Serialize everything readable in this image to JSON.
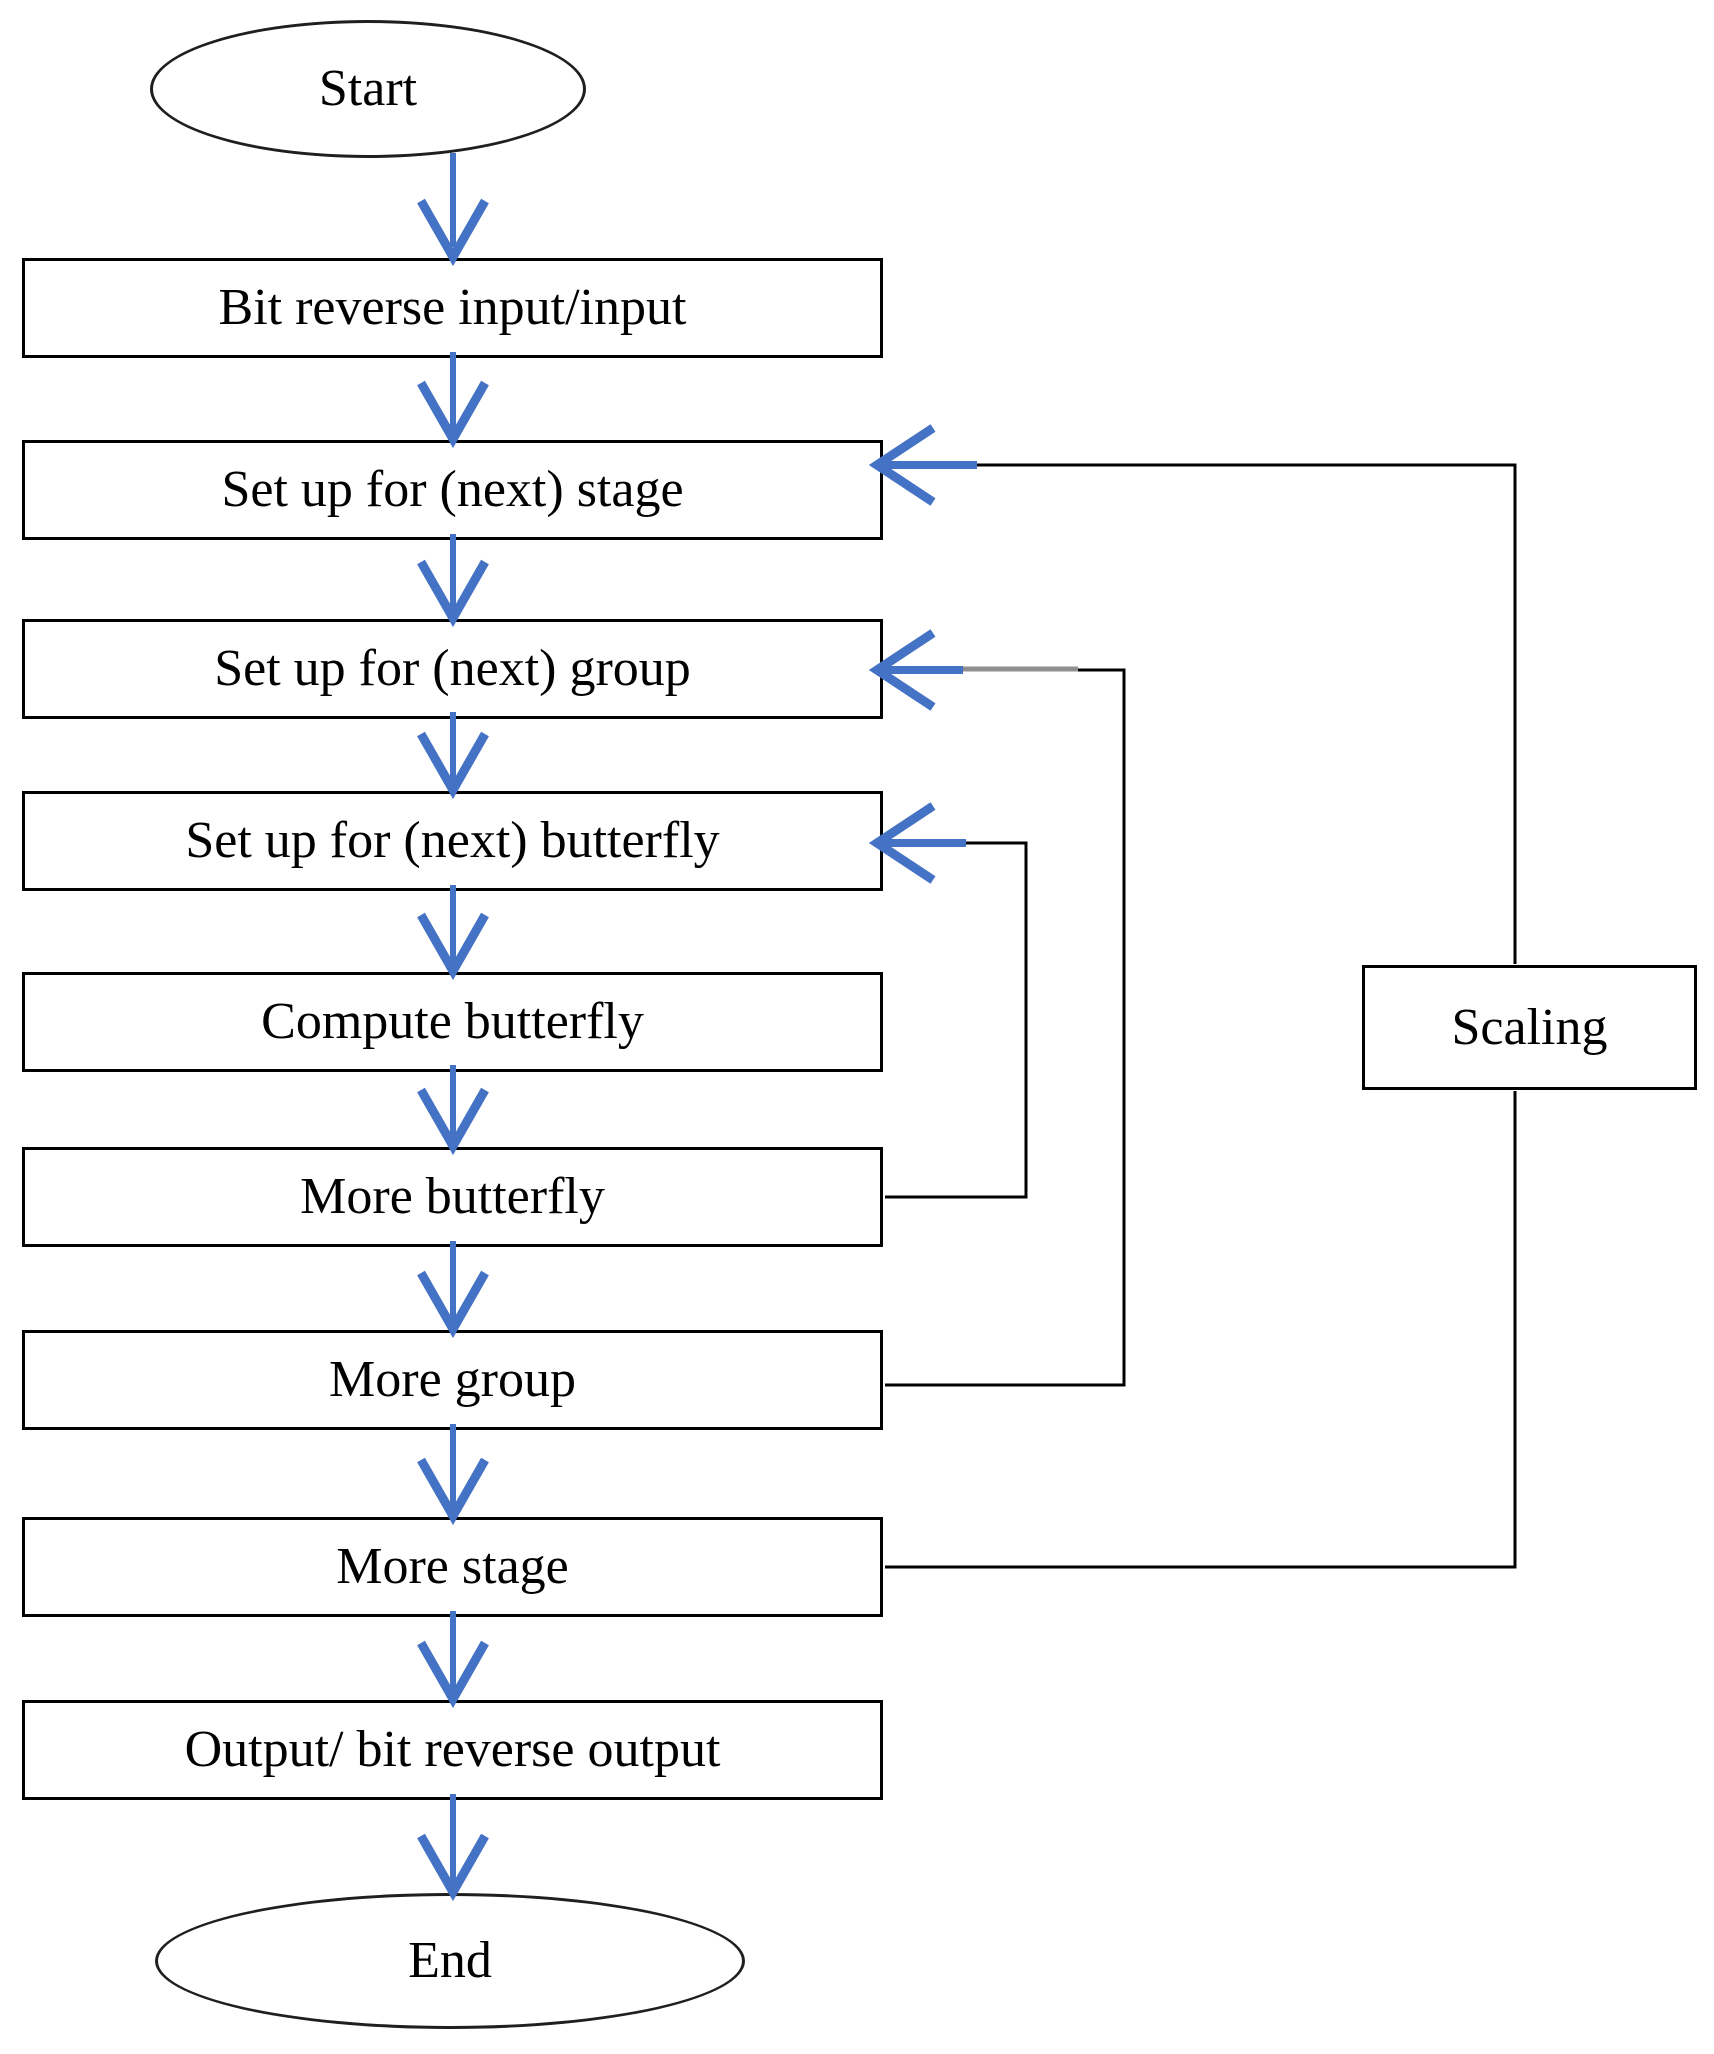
{
  "diagram": {
    "type": "flowchart",
    "colors": {
      "arrow_blue": "#4472C4",
      "line_black": "#000000",
      "node_border": "#000000",
      "background": "#ffffff"
    },
    "nodes": {
      "start": {
        "label": "Start",
        "shape": "ellipse"
      },
      "bit_reverse_input": {
        "label": "Bit reverse input/input",
        "shape": "rectangle"
      },
      "setup_stage": {
        "label": "Set up for (next) stage",
        "shape": "rectangle"
      },
      "setup_group": {
        "label": "Set up for (next) group",
        "shape": "rectangle"
      },
      "setup_butterfly": {
        "label": "Set up for (next) butterfly",
        "shape": "rectangle"
      },
      "compute_butterfly": {
        "label": "Compute butterfly",
        "shape": "rectangle"
      },
      "more_butterfly": {
        "label": "More butterfly",
        "shape": "rectangle"
      },
      "more_group": {
        "label": "More group",
        "shape": "rectangle"
      },
      "more_stage": {
        "label": "More stage",
        "shape": "rectangle"
      },
      "scaling": {
        "label": "Scaling",
        "shape": "rectangle"
      },
      "output": {
        "label": "Output/ bit reverse output",
        "shape": "rectangle"
      },
      "end": {
        "label": "End",
        "shape": "ellipse"
      }
    },
    "edges": [
      {
        "from": "start",
        "to": "bit_reverse_input",
        "style": "blue-down-arrow"
      },
      {
        "from": "bit_reverse_input",
        "to": "setup_stage",
        "style": "blue-down-arrow"
      },
      {
        "from": "setup_stage",
        "to": "setup_group",
        "style": "blue-down-arrow"
      },
      {
        "from": "setup_group",
        "to": "setup_butterfly",
        "style": "blue-down-arrow"
      },
      {
        "from": "setup_butterfly",
        "to": "compute_butterfly",
        "style": "blue-down-arrow"
      },
      {
        "from": "compute_butterfly",
        "to": "more_butterfly",
        "style": "blue-down-arrow"
      },
      {
        "from": "more_butterfly",
        "to": "more_group",
        "style": "blue-down-arrow"
      },
      {
        "from": "more_group",
        "to": "more_stage",
        "style": "blue-down-arrow"
      },
      {
        "from": "more_stage",
        "to": "output",
        "style": "blue-down-arrow"
      },
      {
        "from": "output",
        "to": "end",
        "style": "blue-down-arrow"
      },
      {
        "from": "more_butterfly",
        "to": "setup_butterfly",
        "style": "feedback-loop-right"
      },
      {
        "from": "more_group",
        "to": "setup_group",
        "style": "feedback-loop-right"
      },
      {
        "from": "more_stage",
        "to": "setup_stage",
        "style": "feedback-loop-right",
        "via": "scaling"
      }
    ]
  }
}
